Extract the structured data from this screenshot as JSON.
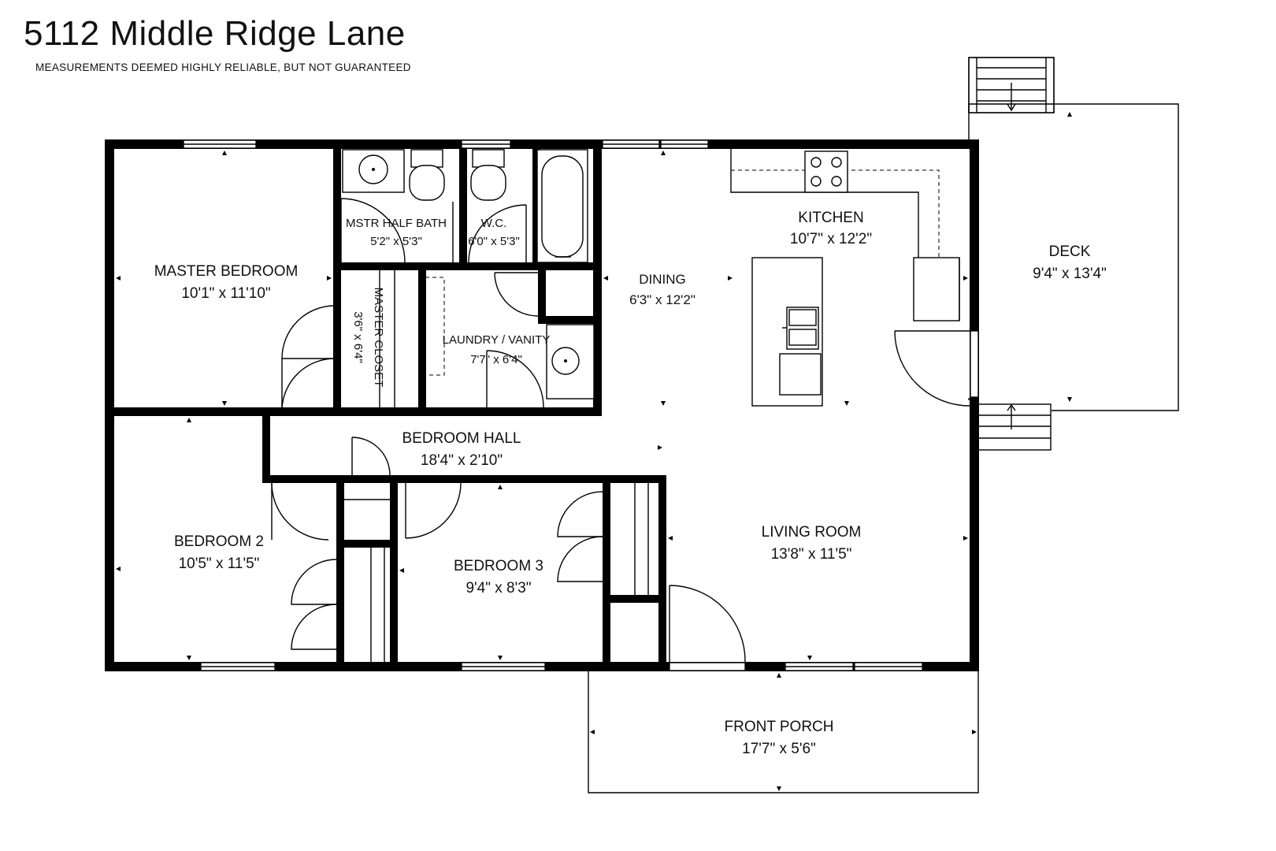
{
  "header": {
    "title": "5112 Middle Ridge Lane",
    "disclaimer": "MEASUREMENTS DEEMED HIGHLY RELIABLE, BUT NOT GUARANTEED"
  },
  "rooms": {
    "master_bedroom": {
      "name": "MASTER BEDROOM",
      "size": "10'1\" x 11'10\""
    },
    "master_half_bath": {
      "name": "MSTR HALF BATH",
      "size": "5'2\" x 5'3\""
    },
    "wc": {
      "name": "W.C.",
      "size": "6'0\" x 5'3\""
    },
    "master_closet": {
      "name": "MASTER CLOSET",
      "size": "3'6\" x 6'4\""
    },
    "laundry": {
      "name": "LAUNDRY / VANITY",
      "size": "7'7\" x 6'4\""
    },
    "dining": {
      "name": "DINING",
      "size": "6'3\" x 12'2\""
    },
    "kitchen": {
      "name": "KITCHEN",
      "size": "10'7\" x 12'2\""
    },
    "deck": {
      "name": "DECK",
      "size": "9'4\" x 13'4\""
    },
    "bedroom_hall": {
      "name": "BEDROOM HALL",
      "size": "18'4\" x 2'10\""
    },
    "bedroom_2": {
      "name": "BEDROOM 2",
      "size": "10'5\" x 11'5\""
    },
    "bedroom_3": {
      "name": "BEDROOM 3",
      "size": "9'4\" x 8'3\""
    },
    "living_room": {
      "name": "LIVING ROOM",
      "size": "13'8\" x 11'5\""
    },
    "front_porch": {
      "name": "FRONT PORCH",
      "size": "17'7\" x 5'6\""
    }
  },
  "icons": [
    "stove-icon",
    "toilet-icon",
    "sink-icon",
    "bathtub-icon",
    "door-swing-icon",
    "stairs-icon"
  ]
}
